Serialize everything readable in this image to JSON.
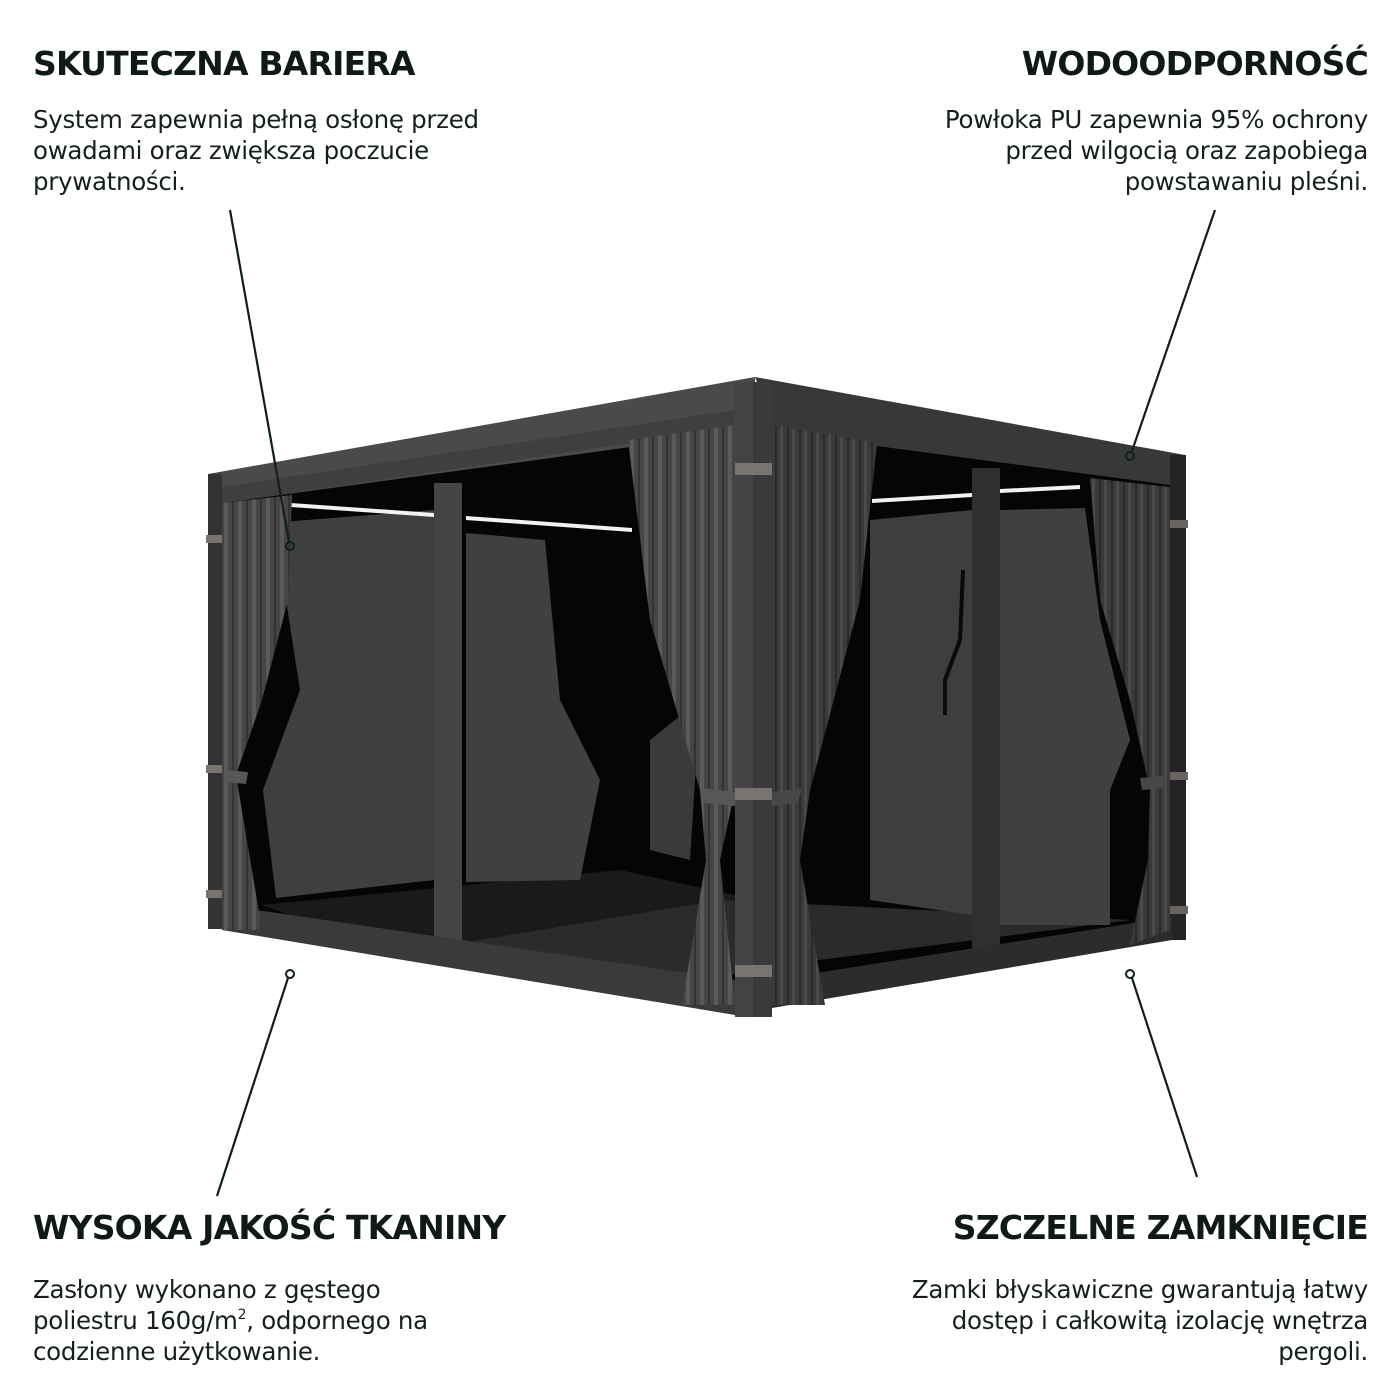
{
  "features": {
    "top_left": {
      "title": "SKUTECZNA BARIERA",
      "lines": [
        "System zapewnia pełną osłonę przed",
        "owadami oraz zwiększa poczucie",
        "prywatności."
      ]
    },
    "top_right": {
      "title": "WODOODPORNOŚĆ",
      "lines": [
        "Powłoka PU zapewnia 95% ochrony",
        "przed wilgocią oraz zapobiega",
        "powstawaniu pleśni."
      ]
    },
    "bottom_left": {
      "title": "WYSOKA JAKOŚĆ TKANINY",
      "line1": "Zasłony wykonano z gęstego",
      "line2_prefix": "poliestru 160g/m",
      "line2_sup": "2",
      "line2_suffix": ", odpornego na",
      "line3": "codzienne użytkowanie."
    },
    "bottom_right": {
      "title": "SZCZELNE ZAMKNIĘCIE",
      "lines": [
        "Zamki błyskawiczne gwarantują łatwy",
        "dostęp i całkowitą izolację wnętrza",
        "pergoli."
      ]
    }
  },
  "product": {
    "name": "pergola-with-curtains-and-mosquito-nets",
    "frame_color": "#3b3b3d",
    "frame_dark": "#2a2a2c",
    "curtain_color": "#4a4a4c",
    "mesh_color": "#3e3e40",
    "interior_color": "#050505",
    "strap_color": "#7a7470",
    "led_color": "#f4f4f4"
  },
  "colors": {
    "text": "#0f1a14",
    "callout": "#0f1f19",
    "background": "#ffffff"
  }
}
